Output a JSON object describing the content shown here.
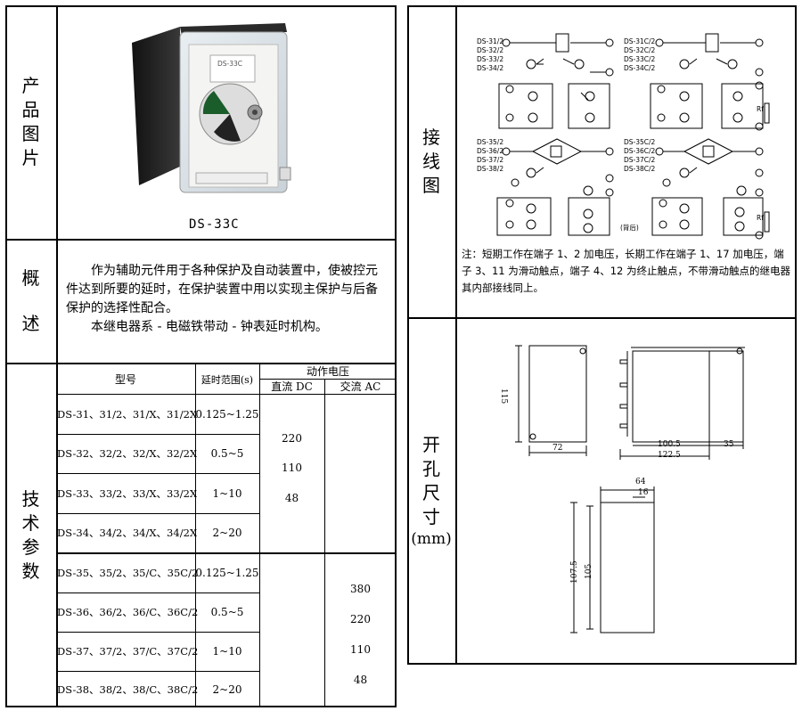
{
  "left": {
    "product_label": [
      "产",
      "品",
      "图",
      "片"
    ],
    "product_caption": "DS-33C",
    "overview_label": [
      "概",
      "述"
    ],
    "overview_paragraphs": [
      "作为辅助元件用于各种保护及自动装置中，使被控元件达到所要的延时，在保护装置中用以实现主保护与后备保护的选择性配合。",
      "本继电器系 - 电磁铁带动 - 钟表延时机构。"
    ],
    "tech_label": [
      "技",
      "术",
      "参",
      "数"
    ],
    "table": {
      "col_model": "型号",
      "col_range": "延时范围(s)",
      "col_voltage": "动作电压",
      "col_dc": "直流 DC",
      "col_ac": "交流 AC",
      "rows": [
        {
          "model": "DS-31、31/2、31/X、31/2X",
          "range": "0.125~1.25"
        },
        {
          "model": "DS-32、32/2、32/X、32/2X",
          "range": "0.5~5"
        },
        {
          "model": "DS-33、33/2、33/X、33/2X",
          "range": "1~10"
        },
        {
          "model": "DS-34、34/2、34/X、34/2X",
          "range": "2~20"
        },
        {
          "model": "DS-35、35/2、35/C、35C/2",
          "range": "0.125~1.25"
        },
        {
          "model": "DS-36、36/2、36/C、36C/2",
          "range": "0.5~5"
        },
        {
          "model": "DS-37、37/2、37/C、37C/2",
          "range": "1~10"
        },
        {
          "model": "DS-38、38/2、38/C、38C/2",
          "range": "2~20"
        }
      ],
      "dc_values": [
        "220",
        "110",
        "48"
      ],
      "ac_values": [
        "380",
        "220",
        "110",
        "48"
      ]
    }
  },
  "right": {
    "wiring_label": [
      "接",
      "线",
      "图"
    ],
    "models_top_left": [
      "DS-31/2",
      "DS-32/2",
      "DS-33/2",
      "DS-34/2"
    ],
    "models_top_right": [
      "DS-31C/2",
      "DS-32C/2",
      "DS-33C/2",
      "DS-34C/2"
    ],
    "models_bot_left": [
      "DS-35/2",
      "DS-36/2",
      "DS-37/2",
      "DS-38/2"
    ],
    "models_bot_right": [
      "DS-35C/2",
      "DS-36C/2",
      "DS-37C/2",
      "DS-38C/2"
    ],
    "rf_label": "Rf",
    "rear_label": "(背后)",
    "note": "注：短期工作在端子 1、2 加电压，长期工作在端子 1、17 加电压，端子 3、11 为滑动触点，端子 4、12 为终止触点，不带滑动触点的继电器其内部接线同上。",
    "cutout_label": [
      "开",
      "孔",
      "尺",
      "寸",
      "(mm)"
    ],
    "dims": {
      "height": "115",
      "width_front": "72",
      "depth_body": "100.5",
      "depth_total": "122.5",
      "depth_rear": "35",
      "cut_width": "64",
      "cut_slot": "16",
      "cut_h1": "107.5",
      "cut_h2": "105"
    }
  }
}
